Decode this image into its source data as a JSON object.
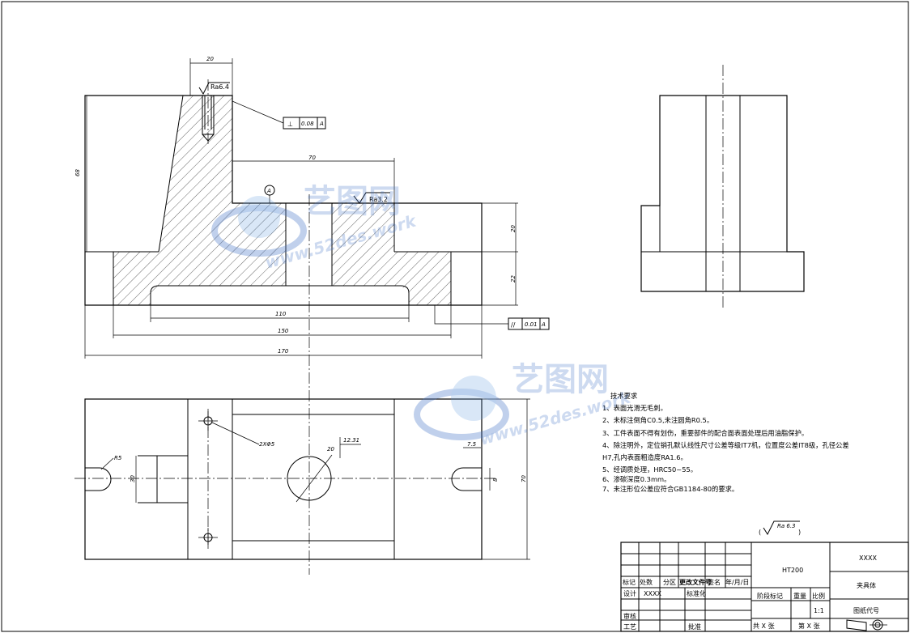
{
  "front_view": {
    "dim_width_top": "20",
    "dim_height_total": "68",
    "dim_upper_width": "70",
    "dim_height_upper": "20",
    "dim_height_lower": "22",
    "dim_inner_width": "110",
    "dim_mid_width": "150",
    "dim_overall_width": "170",
    "datum_label": "A",
    "roughness_1": "Ra6.4",
    "roughness_2": "Ra3.2",
    "tol_perp_symbol": "⊥",
    "tol_perp_value": "0.08",
    "tol_perp_datum": "A",
    "tol_par_symbol": "//",
    "tol_par_value": "0.01",
    "tol_par_datum": "A"
  },
  "top_view": {
    "dim_radius": "R5",
    "dim_slot_width": "30",
    "dim_holes": "2XΦ5",
    "dim_circle": "20",
    "dim_offset": "12.31",
    "dim_slot_r": "7.5",
    "dim_slot_h": "8",
    "dim_height": "70"
  },
  "notes": {
    "title": "技术要求",
    "lines": [
      "1、表面光滑无毛刺。",
      "2、未标注倒角C0.5,未注圆角R0.5。",
      "3、工件表面不得有划伤，重要部件的配合面表面处理后用油脂保护。",
      "4、除注明外，定位销孔默认线性尺寸公差等级IT7机，位置度公差IT8级，孔径公差",
      "H7,孔内表面粗造度RA1.6。",
      "5、经调质处理，HRC50~55。",
      "6、渗碳深度0.3mm。",
      "7、未注形位公差应符合GB1184-80的要求。"
    ]
  },
  "general_roughness": "Ra 6.3",
  "title_block": {
    "material": "HT200",
    "company": "XXXX",
    "part_name": "夹具体",
    "drawing_no_label": "图纸代号",
    "scale_label": "比例",
    "scale_value": "1:1",
    "weight_label": "重量",
    "stage_label": "阶段标记",
    "sheets_total": "共 X 张",
    "sheet_no": "第 X 张",
    "h_mark": "标记",
    "h_count": "处数",
    "h_zone": "分区",
    "h_docno": "更改文件号",
    "h_sign": "签名",
    "h_date": "年/月/日",
    "design_label": "设计",
    "design_name": "XXXX",
    "standard_label": "标准化",
    "review_label": "审核",
    "process_label": "工艺",
    "approve_label": "批准"
  },
  "watermark": {
    "brand": "艺图网",
    "url": "www.52des.work"
  }
}
